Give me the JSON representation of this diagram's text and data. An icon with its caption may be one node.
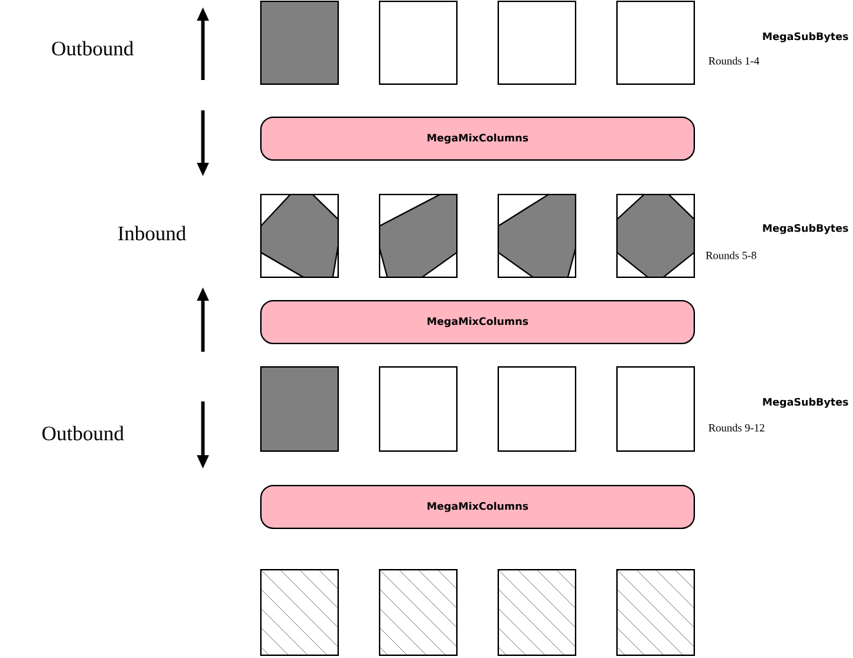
{
  "diagram": {
    "nodes": [
      {
        "text": [
          "MegaMixColumns"
        ]
      },
      {
        "text": [
          "MegaMixColumns"
        ]
      },
      {
        "text": [
          "MegaMixColumns"
        ]
      }
    ],
    "labels": [
      "Outbound",
      "MegaSubBytes",
      "Rounds 1-4",
      "Inbound",
      "MegaSubBytes",
      "Rounds 5-8",
      "Outbound",
      "MegaSubBytes",
      "Rounds 9-12"
    ]
  }
}
